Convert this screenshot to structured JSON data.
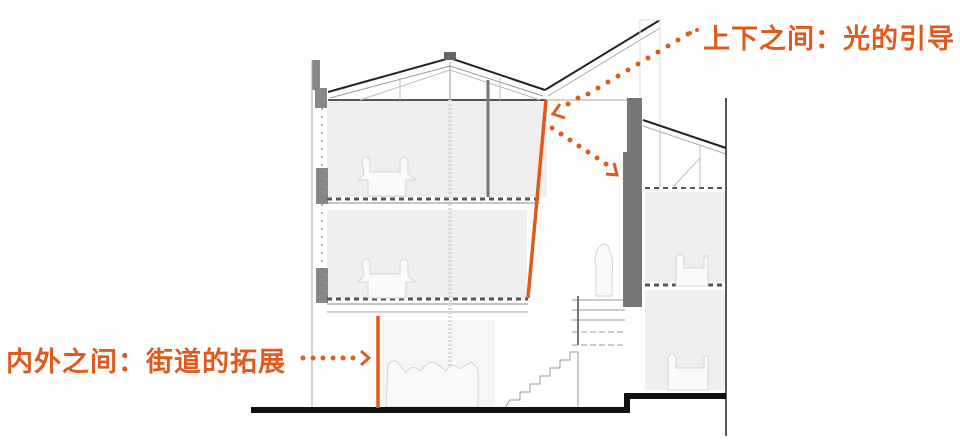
{
  "diagram": {
    "type": "architectural-section",
    "accent_color": "#e05a1e",
    "annotations": [
      {
        "id": "light-guide",
        "text": "上下之间：光的引导",
        "position": "top-right",
        "arrows": 2
      },
      {
        "id": "street-extension",
        "text": "内外之间：街道的拓展",
        "position": "bottom-left",
        "arrows": 1
      }
    ],
    "floors": [
      {
        "level": "ground",
        "content": "dining group seated at tables"
      },
      {
        "level": "first",
        "content": "two people at table"
      },
      {
        "level": "second",
        "content": "two people at table"
      }
    ],
    "adjacent_building": {
      "floors": [
        {
          "level": "ground",
          "content": "person at counter"
        },
        {
          "level": "first",
          "content": "person at desk"
        }
      ]
    },
    "elements": [
      "gable roof truss",
      "skylight roof",
      "glass facade line",
      "staircase",
      "standing figure",
      "ground slab"
    ]
  }
}
